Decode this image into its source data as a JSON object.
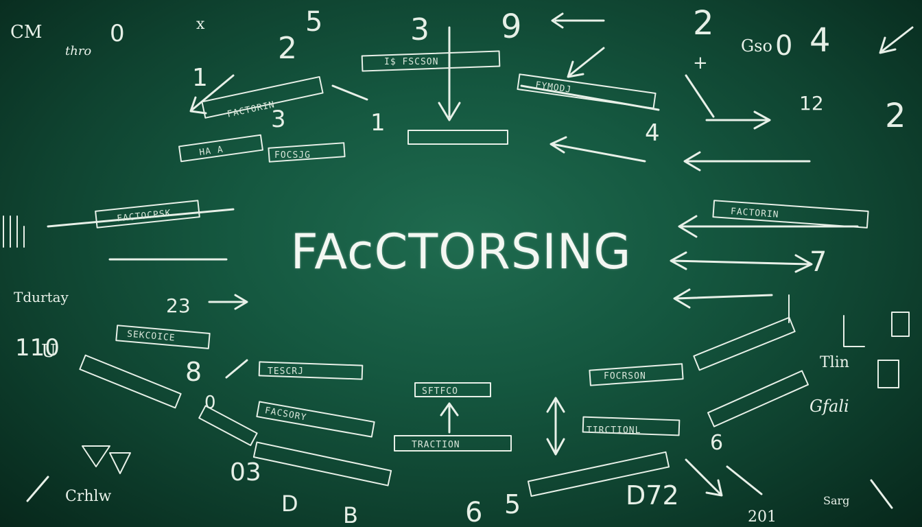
{
  "title": "FAcCTORSING",
  "banner_labels": [
    "I$ FSCSON",
    "FACTORIN",
    "FACTOCPSK",
    "HA A",
    "FOCSJG",
    "SEKCOICE",
    "FYMODJ",
    "SFTFCO",
    "FACTORIN",
    "FACSORY",
    "TIRCTIONL",
    "FOCRSON",
    "TESCRJ",
    "TRACTION"
  ],
  "scrawls": [
    "CM",
    "thro",
    "Tdurtay",
    "Crhlw",
    "Gso",
    "Tlin",
    "Gfali",
    "Sarg",
    "201",
    "U",
    "x",
    "+"
  ],
  "numbers": [
    "0",
    "3",
    "2",
    "5",
    "9",
    "2",
    "0",
    "4",
    "1",
    "3",
    "1",
    "4",
    "8",
    "0",
    "5",
    "7",
    "2",
    "23",
    "110",
    "03",
    "D",
    "B",
    "6",
    "D72",
    "6",
    "12"
  ],
  "colors": {
    "board": "#155840",
    "chalk": "#eaf2ea"
  }
}
